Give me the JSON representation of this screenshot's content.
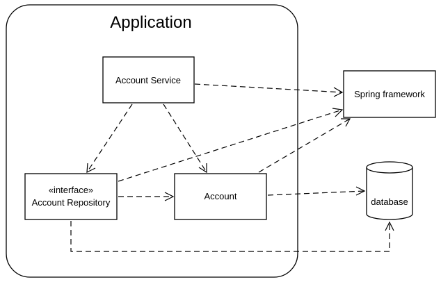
{
  "boundary": {
    "title": "Application"
  },
  "nodes": {
    "account_service": {
      "label": "Account Service"
    },
    "account_repository": {
      "stereotype": "«interface»",
      "label": "Account Repository"
    },
    "account": {
      "label": "Account"
    },
    "spring_framework": {
      "label": "Spring framework"
    },
    "database": {
      "label": "database"
    }
  },
  "dependencies": [
    {
      "from": "Account Service",
      "to": "Spring framework"
    },
    {
      "from": "Account Service",
      "to": "Account Repository"
    },
    {
      "from": "Account Service",
      "to": "Account"
    },
    {
      "from": "Account Repository",
      "to": "Account"
    },
    {
      "from": "Account Repository",
      "to": "Spring framework"
    },
    {
      "from": "Account",
      "to": "Spring framework"
    },
    {
      "from": "Account",
      "to": "database"
    },
    {
      "from": "Account Repository",
      "to": "database"
    }
  ]
}
